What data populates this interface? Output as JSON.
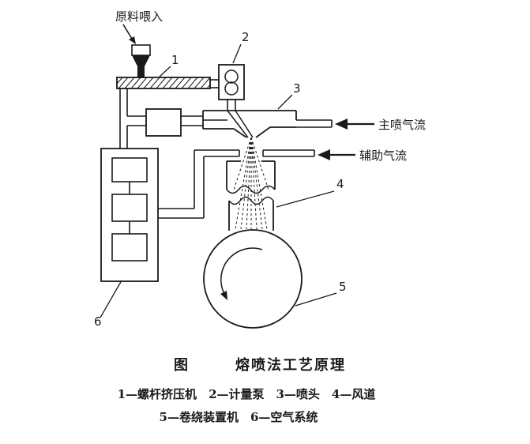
{
  "page": {
    "background": "#ffffff",
    "ink_color": "#1a1a1a"
  },
  "diagram": {
    "feed_label": "原料喂入",
    "main_air_label": "主喷气流",
    "aux_air_label": "辅助气流",
    "part_numbers": {
      "extruder": "1",
      "pump": "2",
      "die": "3",
      "duct": "4",
      "drum": "5",
      "air_system": "6"
    }
  },
  "caption": {
    "figure_word": "图",
    "title": "熔喷法工艺原理",
    "legend_line1": "1—螺杆挤压机　2—计量泵　3—喷头　4—风道",
    "legend_line2": "5—卷绕装置机　6—空气系统"
  }
}
